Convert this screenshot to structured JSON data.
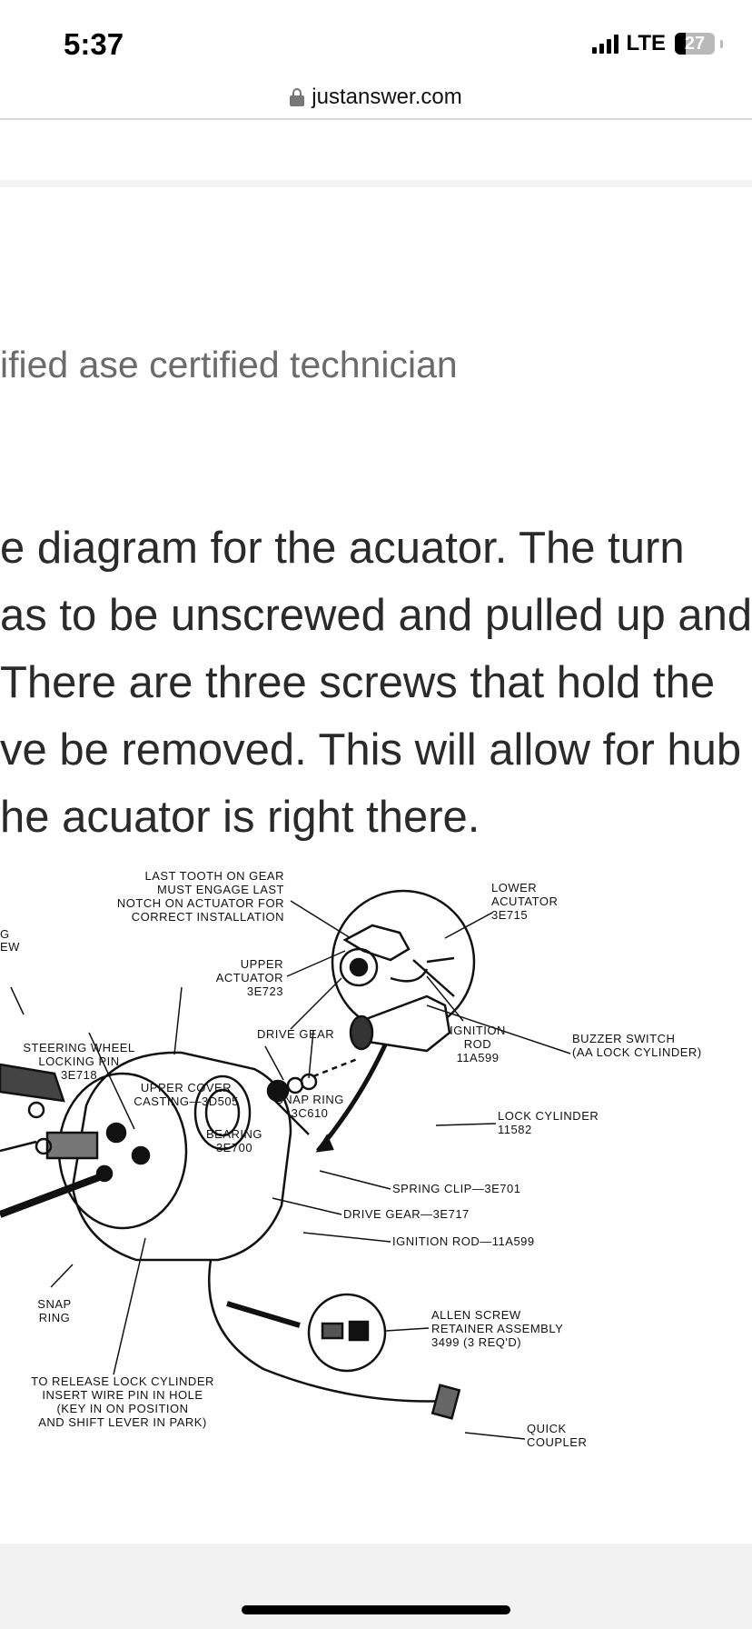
{
  "status_bar": {
    "time": "5:37",
    "network": "LTE",
    "battery_level": "27"
  },
  "browser": {
    "url": "justanswer.com"
  },
  "content": {
    "subtitle": "ified ase certified technician",
    "body_lines": [
      "e diagram for the acuator. The turn",
      "as to be unscrewed and pulled up and",
      "There are three screws that hold the",
      "ve be removed. This will allow for hub",
      "he acuator is right there."
    ]
  },
  "diagram": {
    "last_tooth": [
      "LAST TOOTH ON GEAR",
      "MUST ENGAGE LAST",
      "NOTCH ON ACTUATOR FOR",
      "CORRECT INSTALLATION"
    ],
    "lower_actuator": [
      "LOWER",
      "ACUTATOR",
      "3E715"
    ],
    "upper_actuator": [
      "UPPER",
      "ACTUATOR",
      "3E723"
    ],
    "drive_gear": "DRIVE GEAR",
    "ignition_rod_top": [
      "IGNITION",
      "ROD",
      "11A599"
    ],
    "buzzer_switch": [
      "BUZZER SWITCH",
      "(AA LOCK CYLINDER)"
    ],
    "partial_left": [
      "G",
      "EW"
    ],
    "steering_wheel_pin": [
      "STEERING WHEEL",
      "LOCKING PIN",
      "3E718"
    ],
    "upper_cover": [
      "UPPER COVER",
      "CASTING—3D505"
    ],
    "snap_ring_3c610": [
      "SNAP RING",
      "3C610"
    ],
    "bearing": [
      "BEARING",
      "3E700"
    ],
    "lock_cylinder": [
      "LOCK CYLINDER",
      "11582"
    ],
    "spring_clip": "SPRING CLIP—3E701",
    "drive_gear_3e717": "DRIVE GEAR—3E717",
    "ignition_rod_11a599": "IGNITION ROD—11A599",
    "snap_ring": [
      "SNAP",
      "RING"
    ],
    "allen_screw": [
      "ALLEN SCREW",
      "RETAINER ASSEMBLY",
      "3499  (3 REQ'D)"
    ],
    "release_lock": [
      "TO RELEASE LOCK CYLINDER",
      "INSERT WIRE PIN IN HOLE",
      "(KEY IN ON POSITION",
      "AND SHIFT LEVER IN PARK)"
    ],
    "quick_coupler": [
      "QUICK",
      "COUPLER"
    ]
  }
}
